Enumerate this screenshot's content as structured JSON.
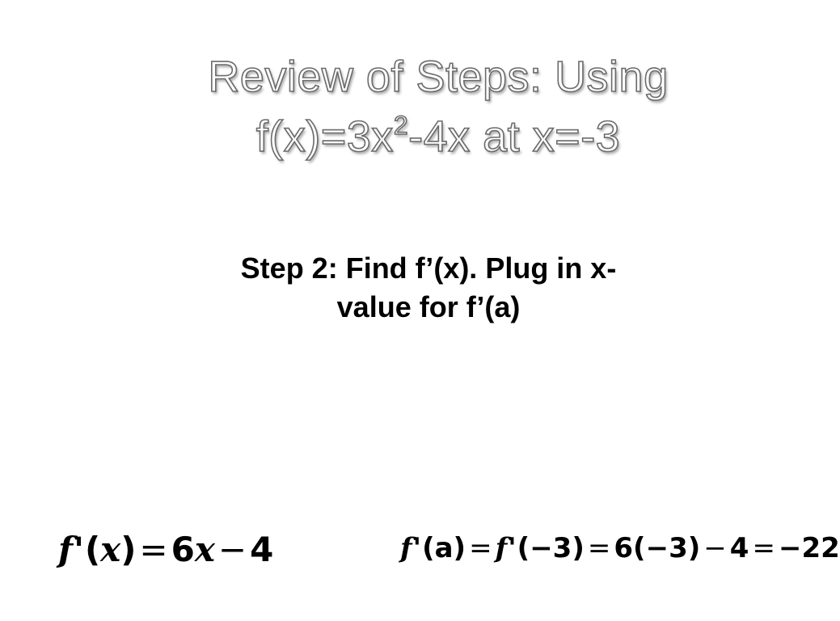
{
  "title": {
    "line1": "Review of Steps: Using",
    "line2_before_exp": "f(x)=3x",
    "line2_exp": "2",
    "line2_after_exp": "-4x at x=-3"
  },
  "step": {
    "line1": "Step 2: Find f’(x). Plug in x-",
    "line2": "value for f’(a)"
  },
  "equation1": {
    "f": "f",
    "prime": "'",
    "arg_open": "(",
    "arg": "x",
    "arg_close": ")",
    "eq": "=",
    "coef": "6",
    "var": "x",
    "minus": "−",
    "const": "4"
  },
  "equation2": {
    "f1": "f",
    "prime1": "'",
    "arg1": "(a)",
    "eq1": "=",
    "f2": "f",
    "prime2": "'",
    "arg2": "(−3)",
    "eq2": "=",
    "expr": "6(−3)",
    "minus": "−",
    "const": "4",
    "eq3": "=",
    "result": "−22"
  }
}
